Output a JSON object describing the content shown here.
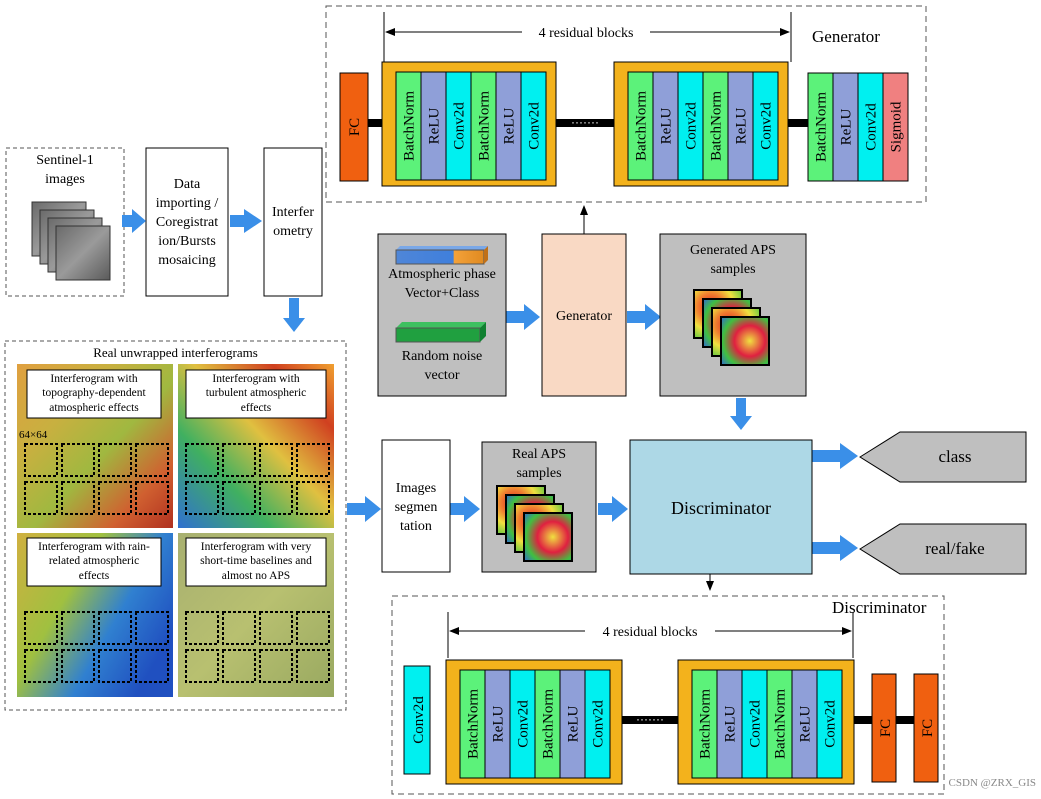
{
  "generator_panel": {
    "title": "Generator",
    "residual_span_label": "4 residual blocks",
    "fc_label": "FC",
    "block_layers": [
      "BatchNorm",
      "ReLU",
      "Conv2d",
      "BatchNorm",
      "ReLU",
      "Conv2d"
    ],
    "tail_layers": [
      "BatchNorm",
      "ReLU",
      "Conv2d",
      "Sigmoid"
    ]
  },
  "discriminator_panel": {
    "title": "Discriminator",
    "residual_span_label": "4 residual blocks",
    "head_layer": "Conv2d",
    "block_layers": [
      "BatchNorm",
      "ReLU",
      "Conv2d",
      "BatchNorm",
      "ReLU",
      "Conv2d"
    ],
    "fc_labels": [
      "FC",
      "FC"
    ]
  },
  "pipeline": {
    "sentinel": "Sentinel-1\nimages",
    "data_importing": "Data\nimporting /\nCoregistrat\nion/Bursts\nmosaicing",
    "interferometry": "Interfer\nometry",
    "atmospheric_vector": "Atmospheric phase\nVector+Class",
    "random_noise": "Random noise\nvector",
    "generator": "Generator",
    "generated_aps": "Generated APS\nsamples",
    "images_segmentation": "Images\nsegmen\ntation",
    "real_aps": "Real APS\nsamples",
    "discriminator": "Discriminator",
    "class_output": "class",
    "realfake_output": "real/fake"
  },
  "interferograms": {
    "title": "Real unwrapped interferograms",
    "patch_size_label": "64×64",
    "panels": [
      "Interferogram with\ntopography-dependent\natmospheric effects",
      "Interferogram with\nturbulent atmospheric\neffects",
      "Interferogram with rain-\nrelated atmospheric\neffects",
      "Interferogram with very\nshort-time baselines and\nalmost no APS"
    ]
  },
  "watermark": "CSDN @ZRX_GIS",
  "colors": {
    "orange_block": "#f3b21c",
    "batchnorm": "#5cf27a",
    "relu": "#8f9fd8",
    "conv2d": "#00f0f0",
    "sigmoid": "#f08080",
    "fc": "#f06010",
    "arrow_blue": "#3a8fe8",
    "generator_box": "#f9d9c4",
    "gray_box": "#bfbfbf",
    "discriminator_box": "#add8e6",
    "output_diamond": "#bfbfbf"
  }
}
